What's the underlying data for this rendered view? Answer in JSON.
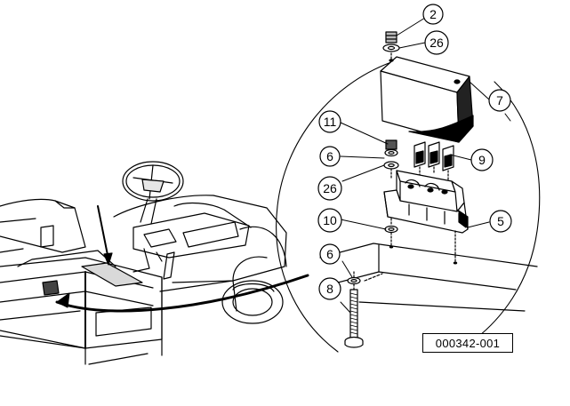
{
  "figure": {
    "callouts": [
      {
        "id": "c-2",
        "label": "2"
      },
      {
        "id": "c-26-top",
        "label": "26"
      },
      {
        "id": "c-7",
        "label": "7"
      },
      {
        "id": "c-11",
        "label": "11"
      },
      {
        "id": "c-6-upper",
        "label": "6"
      },
      {
        "id": "c-9",
        "label": "9"
      },
      {
        "id": "c-26-lower",
        "label": "26"
      },
      {
        "id": "c-10",
        "label": "10"
      },
      {
        "id": "c-5",
        "label": "5"
      },
      {
        "id": "c-6-lower",
        "label": "6"
      },
      {
        "id": "c-8",
        "label": "8"
      }
    ],
    "reference_number": "000342-001"
  }
}
